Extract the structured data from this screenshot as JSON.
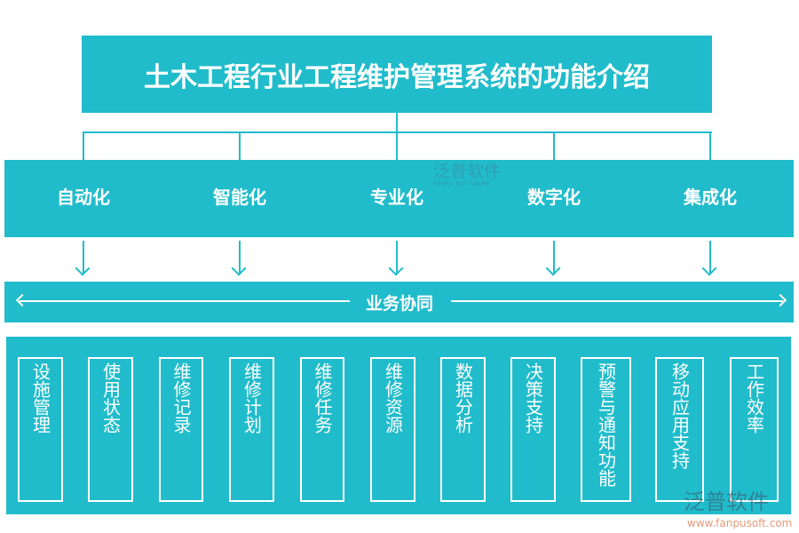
{
  "title": "土木工程行业工程维护管理系统的功能介绍",
  "categories": [
    "自动化",
    "智能化",
    "专业化",
    "数字化",
    "集成化"
  ],
  "collaboration": "业务协同",
  "functions": [
    "设施管理",
    "使用状态",
    "维修记录",
    "维修计划",
    "维修任务",
    "维修资源",
    "数据分析",
    "决策支持",
    "预警与通知功能",
    "移动应用支持",
    "工作效率"
  ],
  "watermark": {
    "name": "泛普软件",
    "en": "FANPU SOFTWARE",
    "url": "www.fanpusoft.com"
  },
  "colors": {
    "accent": "#21bccb"
  }
}
